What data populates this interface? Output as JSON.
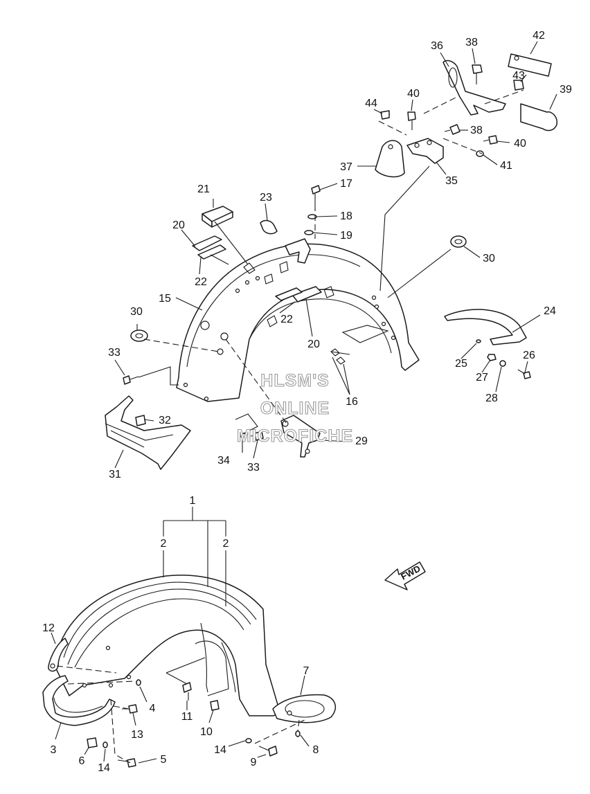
{
  "watermark": {
    "line1": "HLSM'S",
    "line2": "ONLINE",
    "line3": "MICROFICHE"
  },
  "direction_arrow": {
    "label": "FWD",
    "icon": "fwd-arrow-icon"
  },
  "callouts": {
    "c1": "1",
    "c2a": "2",
    "c2b": "2",
    "c3": "3",
    "c4": "4",
    "c5": "5",
    "c6": "6",
    "c7": "7",
    "c8": "8",
    "c9": "9",
    "c10": "10",
    "c11": "11",
    "c12": "12",
    "c13": "13",
    "c14a": "14",
    "c14b": "14",
    "c15": "15",
    "c16": "16",
    "c17": "17",
    "c18": "18",
    "c19": "19",
    "c20a": "20",
    "c20b": "20",
    "c21": "21",
    "c22a": "22",
    "c22b": "22",
    "c23": "23",
    "c24": "24",
    "c25": "25",
    "c26": "26",
    "c27": "27",
    "c28": "28",
    "c29": "29",
    "c30a": "30",
    "c30b": "30",
    "c31": "31",
    "c32": "32",
    "c33a": "33",
    "c33b": "33",
    "c34": "34",
    "c35": "35",
    "c36": "36",
    "c37": "37",
    "c38a": "38",
    "c38b": "38",
    "c39": "39",
    "c40a": "40",
    "c40b": "40",
    "c41": "41",
    "c42": "42",
    "c43": "43",
    "c44": "44"
  }
}
